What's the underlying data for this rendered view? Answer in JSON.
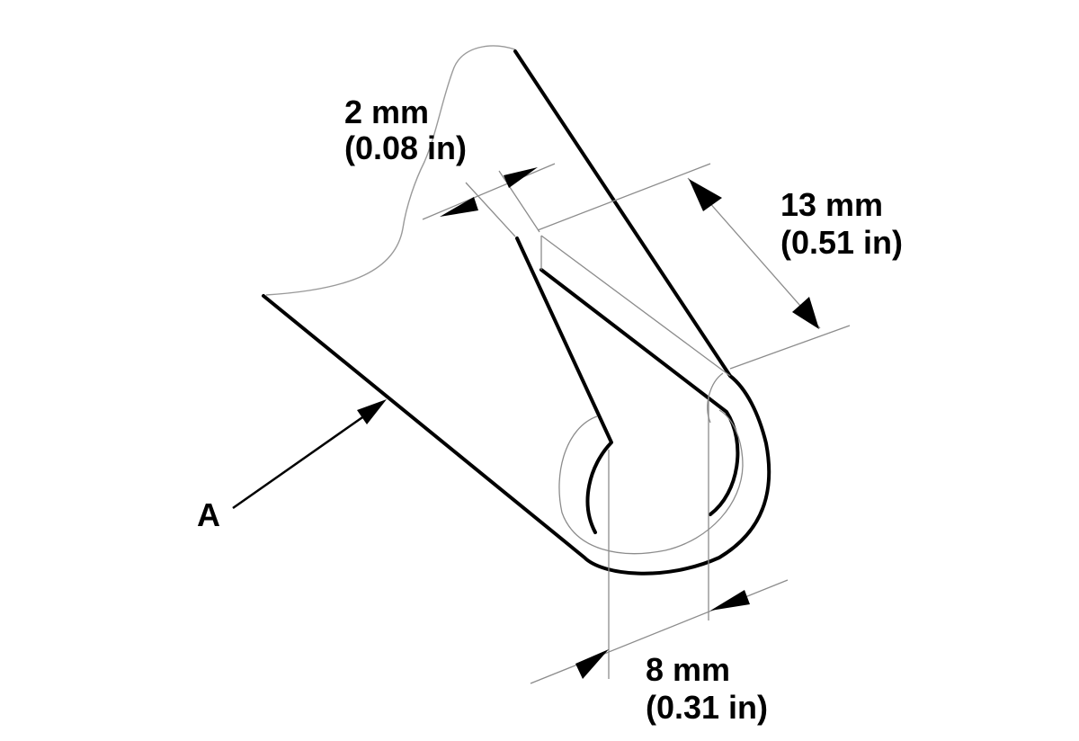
{
  "dimensions": {
    "gap": {
      "metric": "2 mm",
      "imperial": "(0.08 in)"
    },
    "depth": {
      "metric": "13 mm",
      "imperial": "(0.51 in)"
    },
    "width": {
      "metric": "8 mm",
      "imperial": "(0.31 in)"
    }
  },
  "callouts": {
    "a": {
      "label": "A"
    }
  }
}
